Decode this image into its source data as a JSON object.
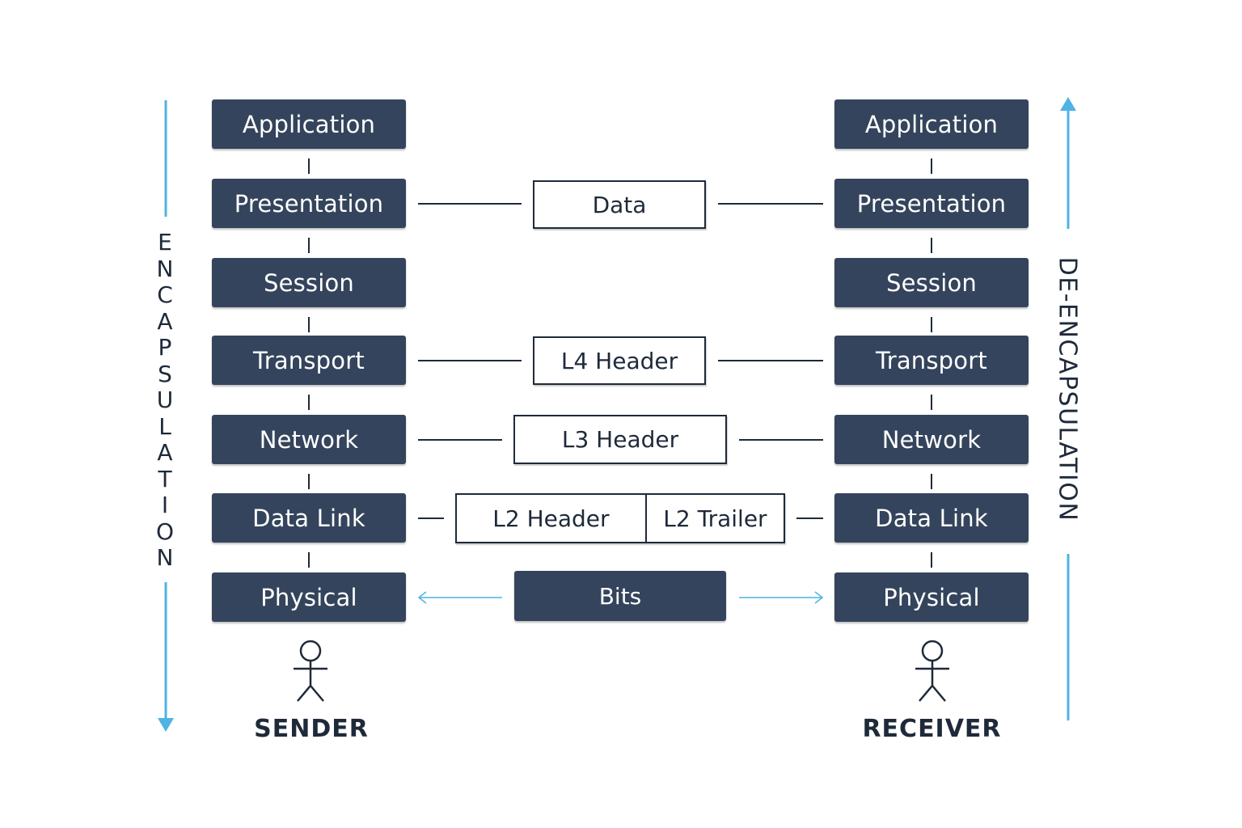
{
  "sender_layers": [
    "Application",
    "Presentation",
    "Session",
    "Transport",
    "Network",
    "Data Link",
    "Physical"
  ],
  "receiver_layers": [
    "Application",
    "Presentation",
    "Session",
    "Transport",
    "Network",
    "Data Link",
    "Physical"
  ],
  "pdus": {
    "data": "Data",
    "l4": "L4 Header",
    "l3": "L3 Header",
    "l2_header": "L2 Header",
    "l2_trailer": "L2 Trailer",
    "bits": "Bits"
  },
  "labels": {
    "encapsulation": "ENCAPSULATION",
    "de_encapsulation": "DE-ENCAPSULATION",
    "sender": "SENDER",
    "receiver": "RECEIVER"
  },
  "colors": {
    "layer_fill": "#34445c",
    "arrow": "#4fb3e3",
    "text": "#1e2a3a"
  },
  "icons": [
    "stick-figure-icon",
    "arrow-down-icon",
    "arrow-up-icon"
  ]
}
